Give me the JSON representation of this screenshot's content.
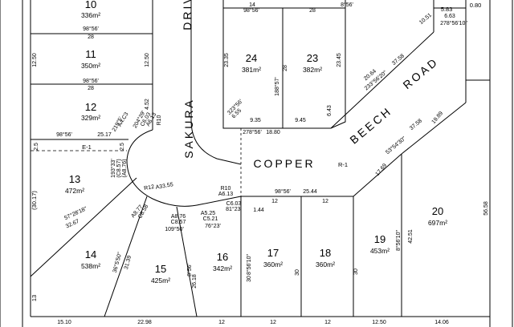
{
  "lots": [
    {
      "number": "10",
      "area": "336m²"
    },
    {
      "number": "11",
      "area": "350m²"
    },
    {
      "number": "12",
      "area": "329m²"
    },
    {
      "number": "13",
      "area": "472m²"
    },
    {
      "number": "14",
      "area": "538m²"
    },
    {
      "number": "15",
      "area": "425m²"
    },
    {
      "number": "16",
      "area": "342m²"
    },
    {
      "number": "17",
      "area": "360m²"
    },
    {
      "number": "18",
      "area": "360m²"
    },
    {
      "number": "19",
      "area": "453m²"
    },
    {
      "number": "20",
      "area": "697m²"
    },
    {
      "number": "23",
      "area": "382m²"
    },
    {
      "number": "24",
      "area": "381m²"
    }
  ],
  "roads": {
    "sakura": "SAKURA",
    "driv": "DRIV",
    "copper": "COPPER",
    "beech": "BEECH",
    "road": "ROAD"
  },
  "labels": {
    "r1": "R-1",
    "e1": "E-1",
    "side_30_17": "(30.17)",
    "side_13": "13",
    "top_0_80": "0.80",
    "top_5_83": "5.83"
  },
  "dimensions": [
    "98°56'",
    "28",
    "12.50",
    "12.50",
    "98°56'",
    "28",
    "98°56'",
    "25.17",
    "98°56'",
    "28",
    "14",
    "8°56'",
    "23.35",
    "188°57'",
    "28",
    "23.45",
    "9.35",
    "9.45",
    "278°56'",
    "18.80",
    "6.43",
    "323°56'",
    "6.55",
    "10.51",
    "6.63",
    "278°56'10\"",
    "20.64",
    "233°56'20\"",
    "37.58",
    "37.58",
    "19.89",
    "53°54'30\"",
    "17.69",
    "56.58",
    "42.51",
    "8°56'10\"",
    "98°56'",
    "25.44",
    "12",
    "12",
    "1.44",
    "R10",
    "A6.13",
    "C6.03",
    "81°23'",
    "A5.25",
    "C5.21",
    "76°23'",
    "A8.76",
    "C8.57",
    "109°50'",
    "A8.77",
    "C8.58",
    "R12",
    "A33.55",
    "57°28'18\"",
    "32.67",
    "36°5'50\"",
    "31.39",
    "8°56'",
    "26.18",
    "8°56'10\"",
    "30",
    "30",
    "30",
    "15.10",
    "22.98",
    "12",
    "12",
    "12",
    "12.50",
    "14.06",
    "193°33'",
    "(C8.57)",
    "(A8.76)",
    "219°5'",
    "A4.C3",
    "204°29'",
    "C6.03",
    "A6.13",
    "R10",
    "4.52",
    "2.5",
    "2.5"
  ]
}
